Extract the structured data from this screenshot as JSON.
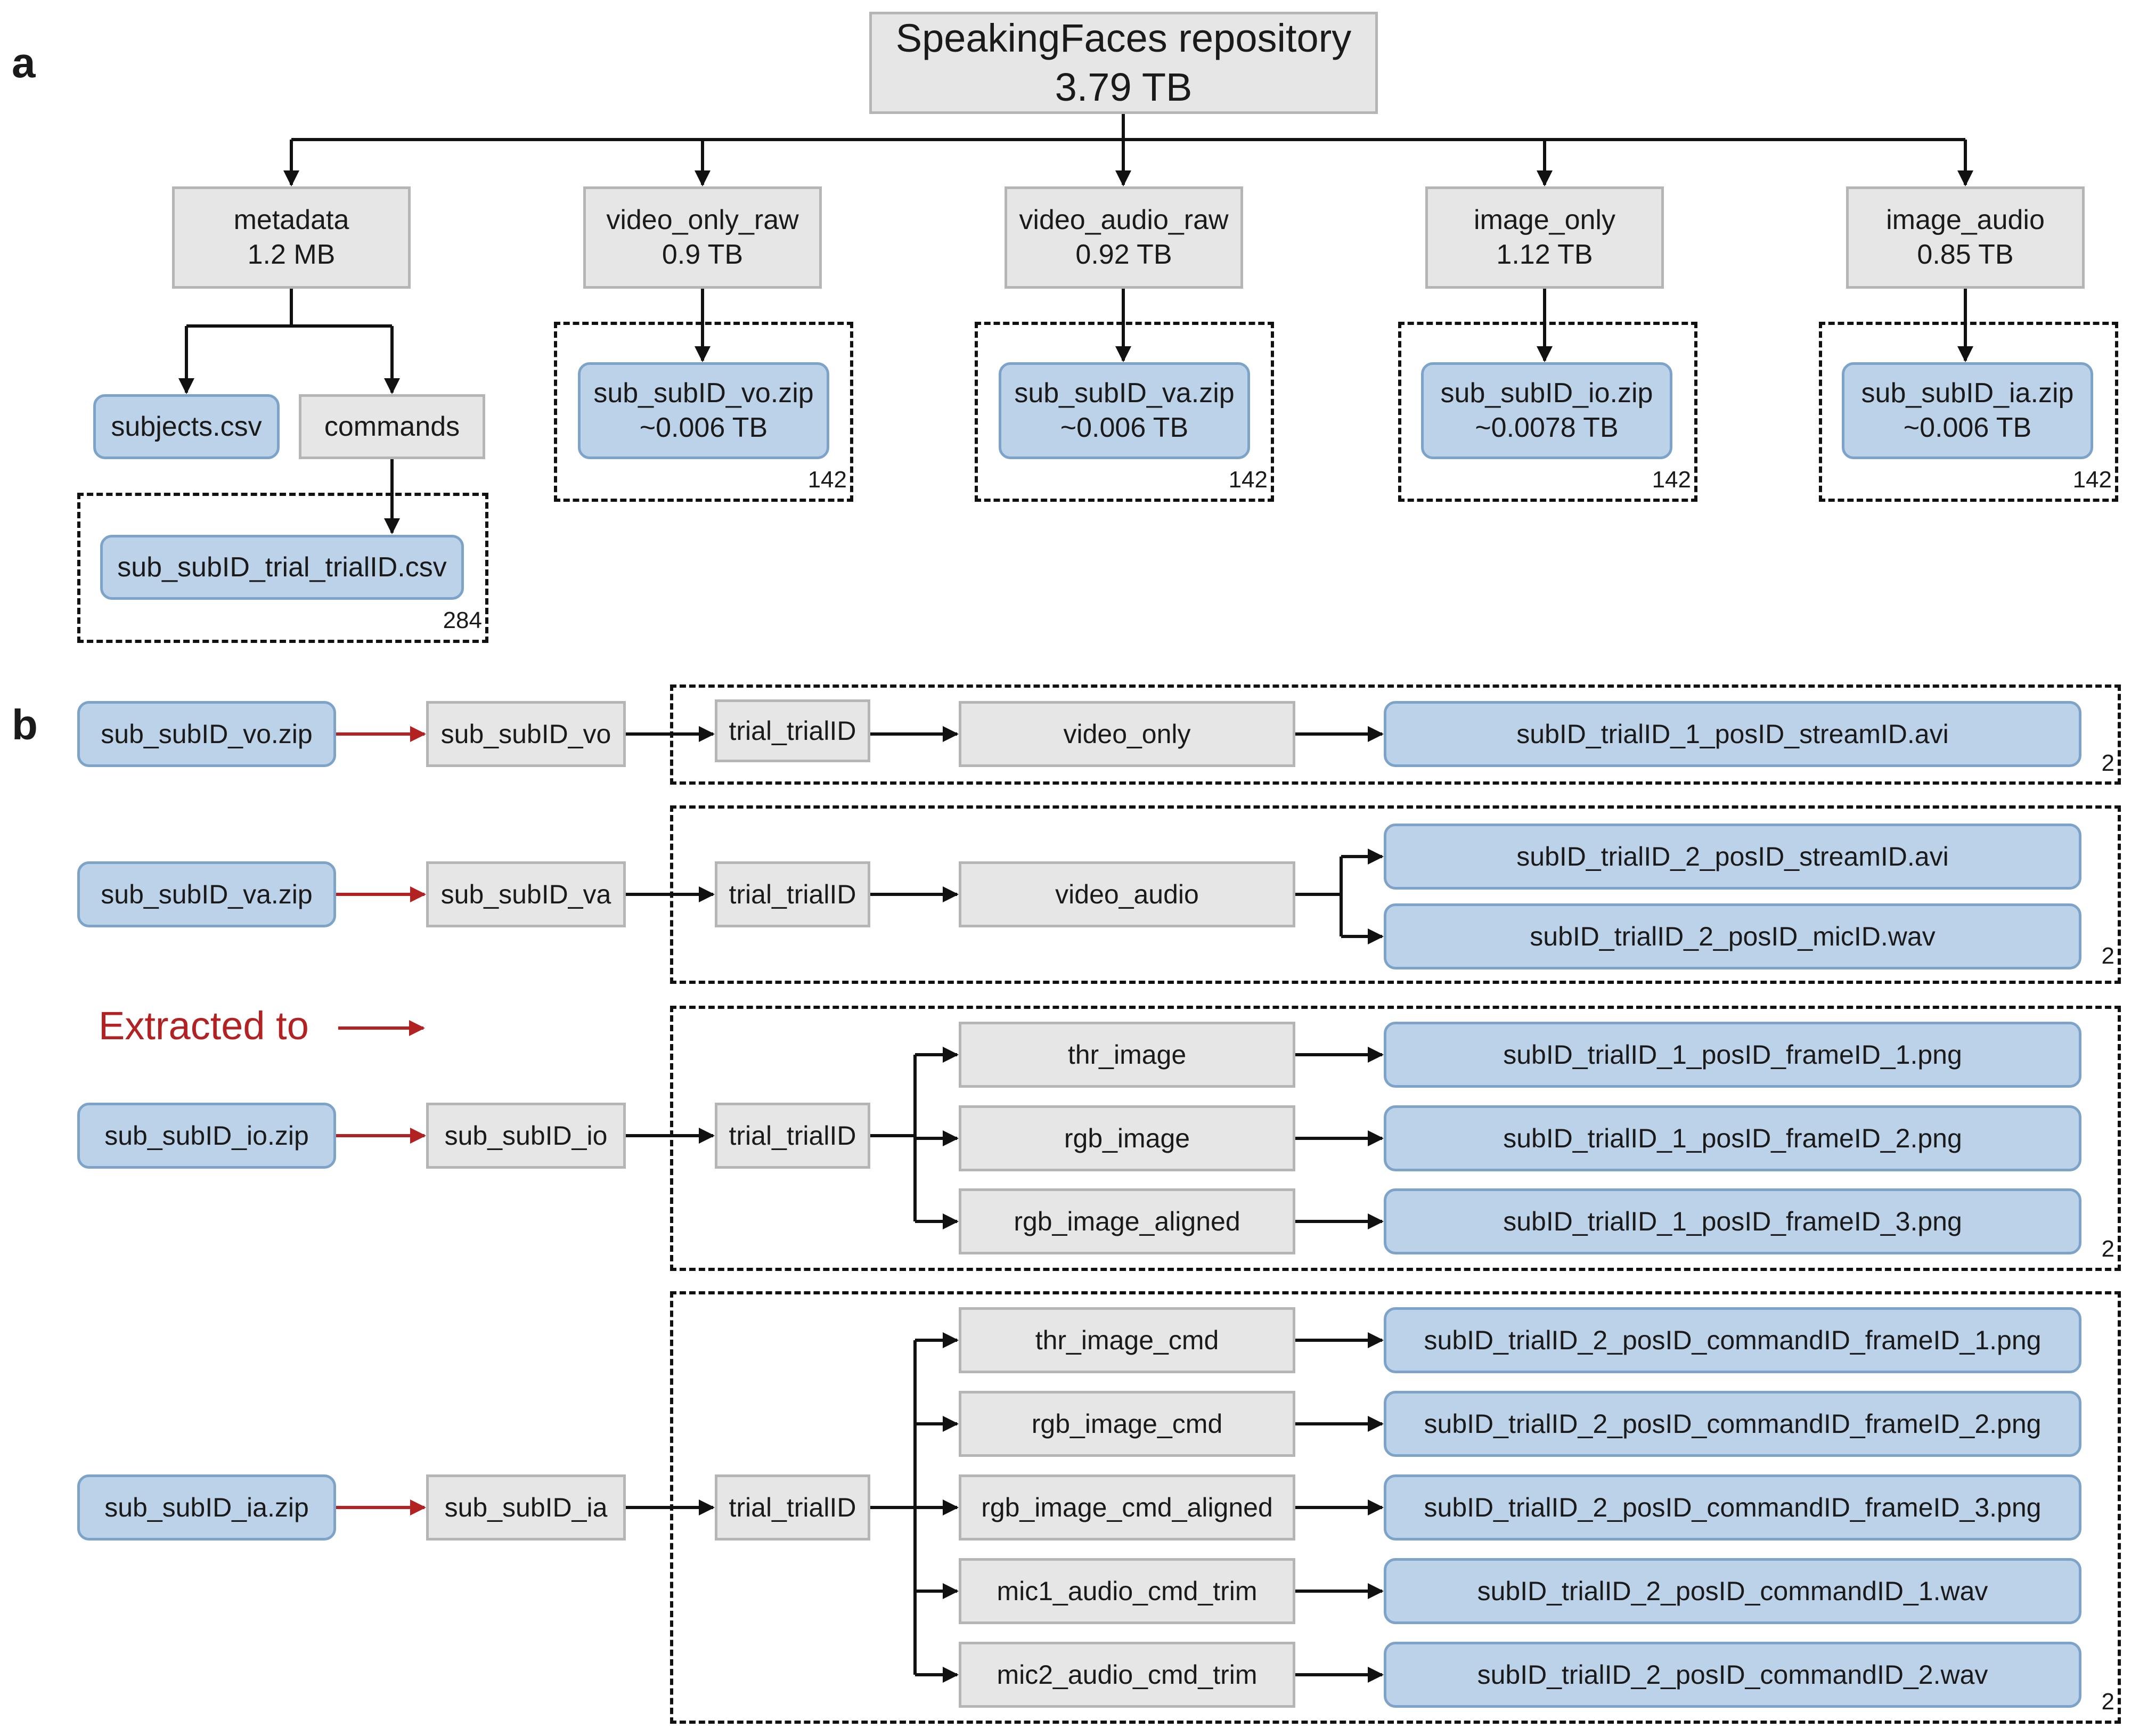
{
  "panels": {
    "a": "a",
    "b": "b"
  },
  "root": {
    "title": "SpeakingFaces repository",
    "size": "3.79 TB"
  },
  "top_folders": [
    {
      "name": "metadata",
      "size": "1.2 MB"
    },
    {
      "name": "video_only_raw",
      "size": "0.9 TB"
    },
    {
      "name": "video_audio_raw",
      "size": "0.92 TB"
    },
    {
      "name": "image_only",
      "size": "1.12 TB"
    },
    {
      "name": "image_audio",
      "size": "0.85 TB"
    }
  ],
  "metadata_children": {
    "subjects": "subjects.csv",
    "commands": "commands",
    "trial_csv": "sub_subID_trial_trialID.csv",
    "trial_csv_count": "284"
  },
  "zips": [
    {
      "name": "sub_subID_vo.zip",
      "size": "~0.006 TB",
      "count": "142"
    },
    {
      "name": "sub_subID_va.zip",
      "size": "~0.006 TB",
      "count": "142"
    },
    {
      "name": "sub_subID_io.zip",
      "size": "~0.0078 TB",
      "count": "142"
    },
    {
      "name": "sub_subID_ia.zip",
      "size": "~0.006 TB",
      "count": "142"
    }
  ],
  "legend": {
    "extracted_to": "Extracted to"
  },
  "structure_rows": [
    {
      "zip": "sub_subID_vo.zip",
      "folder": "sub_subID_vo",
      "trial": "trial_trialID",
      "count": "2",
      "branches": [
        {
          "folder": "video_only",
          "files": [
            "subID_trialID_1_posID_streamID.avi"
          ]
        }
      ]
    },
    {
      "zip": "sub_subID_va.zip",
      "folder": "sub_subID_va",
      "trial": "trial_trialID",
      "count": "2",
      "branches": [
        {
          "folder": "video_audio",
          "files": [
            "subID_trialID_2_posID_streamID.avi",
            "subID_trialID_2_posID_micID.wav"
          ]
        }
      ]
    },
    {
      "zip": "sub_subID_io.zip",
      "folder": "sub_subID_io",
      "trial": "trial_trialID",
      "count": "2",
      "branches": [
        {
          "folder": "thr_image",
          "files": [
            "subID_trialID_1_posID_frameID_1.png"
          ]
        },
        {
          "folder": "rgb_image",
          "files": [
            "subID_trialID_1_posID_frameID_2.png"
          ]
        },
        {
          "folder": "rgb_image_aligned",
          "files": [
            "subID_trialID_1_posID_frameID_3.png"
          ]
        }
      ]
    },
    {
      "zip": "sub_subID_ia.zip",
      "folder": "sub_subID_ia",
      "trial": "trial_trialID",
      "count": "2",
      "branches": [
        {
          "folder": "thr_image_cmd",
          "files": [
            "subID_trialID_2_posID_commandID_frameID_1.png"
          ]
        },
        {
          "folder": "rgb_image_cmd",
          "files": [
            "subID_trialID_2_posID_commandID_frameID_2.png"
          ]
        },
        {
          "folder": "rgb_image_cmd_aligned",
          "files": [
            "subID_trialID_2_posID_commandID_frameID_3.png"
          ]
        },
        {
          "folder": "mic1_audio_cmd_trim",
          "files": [
            "subID_trialID_2_posID_commandID_1.wav"
          ]
        },
        {
          "folder": "mic2_audio_cmd_trim",
          "files": [
            "subID_trialID_2_posID_commandID_2.wav"
          ]
        }
      ]
    }
  ],
  "colors": {
    "gray_fill": "#e6e6e6",
    "gray_border": "#b5b5b5",
    "blue_fill": "#bcd2e8",
    "blue_border": "#7ea3c8",
    "extract_arrow": "#b22222",
    "line": "#111111"
  }
}
